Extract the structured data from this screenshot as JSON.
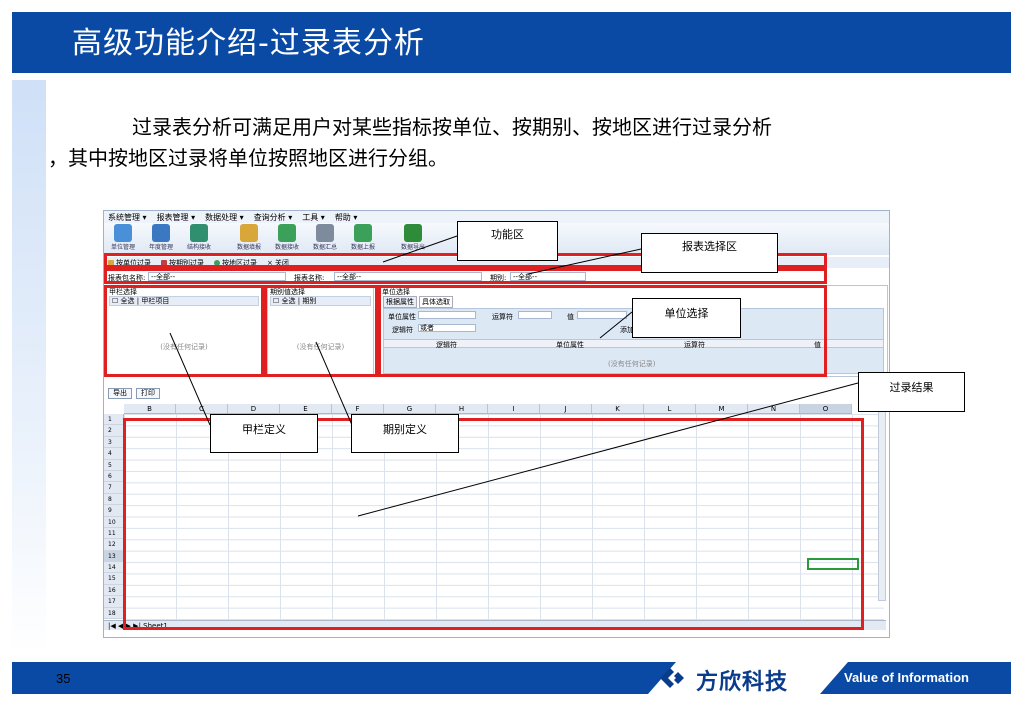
{
  "slide": {
    "title": "高级功能介绍-过录表分析",
    "paragraph_line1": "过录表分析可满足用户对某些指标按单位、按期别、按地区进行过录分析",
    "paragraph_line2": "，其中按地区过录将单位按照地区进行分组。",
    "page_number": "35",
    "logo_text": "方欣科技",
    "tagline": "Value of Information",
    "colors": {
      "title_bar": "#0a4aa4",
      "highlight": "#e02020"
    }
  },
  "app": {
    "menu": [
      "系统管理 ▾",
      "报表管理 ▾",
      "数据处理 ▾",
      "查询分析 ▾",
      "工具 ▾",
      "帮助 ▾"
    ],
    "ribbon": [
      {
        "label": "单位管理",
        "icon": "org-tree-icon",
        "color": "#4a90d9"
      },
      {
        "label": "年度管理",
        "icon": "calendar-icon",
        "color": "#3a78c2"
      },
      {
        "label": "结构接收",
        "icon": "monitor-icon",
        "color": "#2f8f6f"
      },
      {
        "label": "数据填报",
        "icon": "edit-sheet-icon",
        "color": "#d9a63a"
      },
      {
        "label": "数据接收",
        "icon": "inbox-download-icon",
        "color": "#3aa05a"
      },
      {
        "label": "数据汇总",
        "icon": "database-add-icon",
        "color": "#7d8b9c"
      },
      {
        "label": "数据上报",
        "icon": "upload-arrows-icon",
        "color": "#3aa05a"
      },
      {
        "label": "数据导出",
        "icon": "excel-icon",
        "color": "#2e8b3a"
      }
    ],
    "nav_tabs": [
      {
        "label": "按单位过录",
        "color": "#d9a63a"
      },
      {
        "label": "按期别过录",
        "color": "#c04040"
      },
      {
        "label": "按地区过录",
        "color": "#3aa05a"
      },
      {
        "label": "关闭",
        "color": "#999999"
      }
    ],
    "selectors": {
      "pkg_label": "报表包名称:",
      "pkg_value": "--全部--",
      "report_label": "报表名称:",
      "report_value": "--全部--",
      "period_label": "期别:",
      "period_value": "--全部--"
    },
    "panels": {
      "col_select": {
        "title": "甲栏选择",
        "check": "全选",
        "col": "甲栏项目",
        "empty": "(没有任何记录)"
      },
      "period_select": {
        "title": "期别值选择",
        "check": "全选",
        "col": "期别",
        "empty": "(没有任何记录)"
      },
      "unit_select": {
        "title": "单位选择",
        "tab_attr": "根据属性",
        "tab_pick": "具体选取",
        "attr_label": "单位属性",
        "op_label": "运算符",
        "val_label": "值",
        "logic_label": "逻辑符",
        "logic_value": "或者",
        "add_btn": "添加",
        "headers": [
          "逻辑符",
          "单位属性",
          "运算符",
          "值"
        ],
        "empty": "(没有任何记录)"
      }
    },
    "buttons": {
      "export": "导出",
      "print": "打印"
    },
    "sheet": {
      "columns": [
        "B",
        "C",
        "D",
        "E",
        "F",
        "G",
        "H",
        "I",
        "J",
        "K",
        "L",
        "M",
        "N",
        "O"
      ],
      "rows": [
        "1",
        "2",
        "3",
        "4",
        "5",
        "6",
        "7",
        "8",
        "9",
        "10",
        "11",
        "12",
        "13",
        "14",
        "15",
        "16",
        "17",
        "18"
      ],
      "tab": "Sheet1"
    }
  },
  "callouts": {
    "func": "功能区",
    "report_sel": "报表选择区",
    "unit_sel": "单位选择",
    "result": "过录结果",
    "col_def": "甲栏定义",
    "period_def": "期别定义"
  }
}
